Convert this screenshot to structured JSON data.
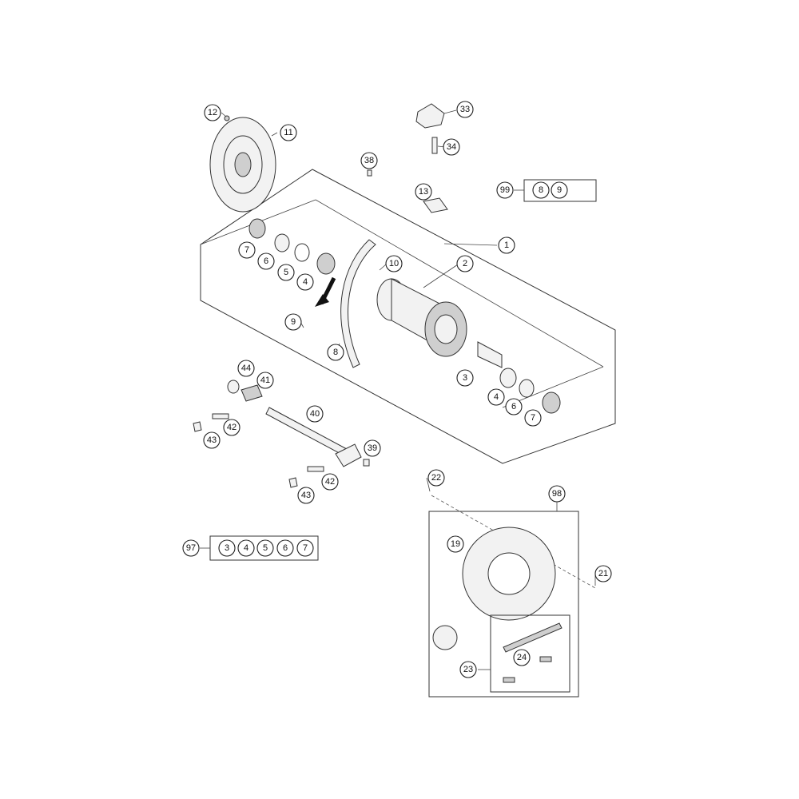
{
  "diagram": {
    "callouts": {
      "c12": "12",
      "c11": "11",
      "c33": "33",
      "c34": "34",
      "c38": "38",
      "c13": "13",
      "c99": "99",
      "c99a": "8",
      "c99b": "9",
      "c1": "1",
      "c2": "2",
      "c10": "10",
      "c7a": "7",
      "c6a": "6",
      "c5": "5",
      "c4a": "4",
      "c9": "9",
      "c8": "8",
      "c3": "3",
      "c4b": "4",
      "c6b": "6",
      "c7b": "7",
      "c44": "44",
      "c41": "41",
      "c42a": "42",
      "c43a": "43",
      "c40": "40",
      "c39": "39",
      "c42b": "42",
      "c43b": "43",
      "c22": "22",
      "c98": "98",
      "c19": "19",
      "c21": "21",
      "c23": "23",
      "c24": "24",
      "c97": "97",
      "c97a": "3",
      "c97b": "4",
      "c97c": "5",
      "c97d": "6",
      "c97e": "7"
    }
  }
}
